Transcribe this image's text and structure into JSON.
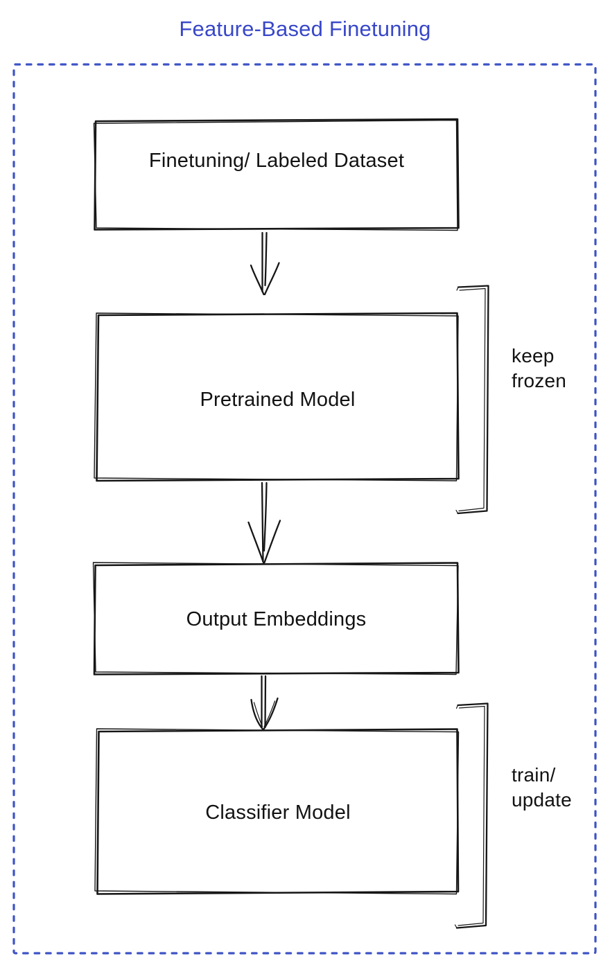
{
  "diagram": {
    "title": "Feature-Based Finetuning",
    "colors": {
      "title_text": "#3847C8",
      "boundary": "#3E53C5",
      "gray_node": "#8A929C",
      "blue_node": "#4B6EF0",
      "green_node": "#43B754",
      "ink": "#161616"
    },
    "nodes": [
      {
        "id": "finetuning-dataset",
        "label": "Finetuning/ Labeled Dataset",
        "fill": "#8A929C"
      },
      {
        "id": "pretrained-model",
        "label": "Pretrained Model",
        "fill": "#4B6EF0"
      },
      {
        "id": "output-embeddings",
        "label": "Output Embeddings",
        "fill": "#8A929C"
      },
      {
        "id": "classifier-model",
        "label": "Classifier Model",
        "fill": "#43B754"
      }
    ],
    "edges": [
      {
        "from": "finetuning-dataset",
        "to": "pretrained-model"
      },
      {
        "from": "pretrained-model",
        "to": "output-embeddings"
      },
      {
        "from": "output-embeddings",
        "to": "classifier-model"
      }
    ],
    "annotations": [
      {
        "target": "pretrained-model",
        "label": "keep frozen"
      },
      {
        "target": "classifier-model",
        "label": "train/ update"
      }
    ]
  }
}
